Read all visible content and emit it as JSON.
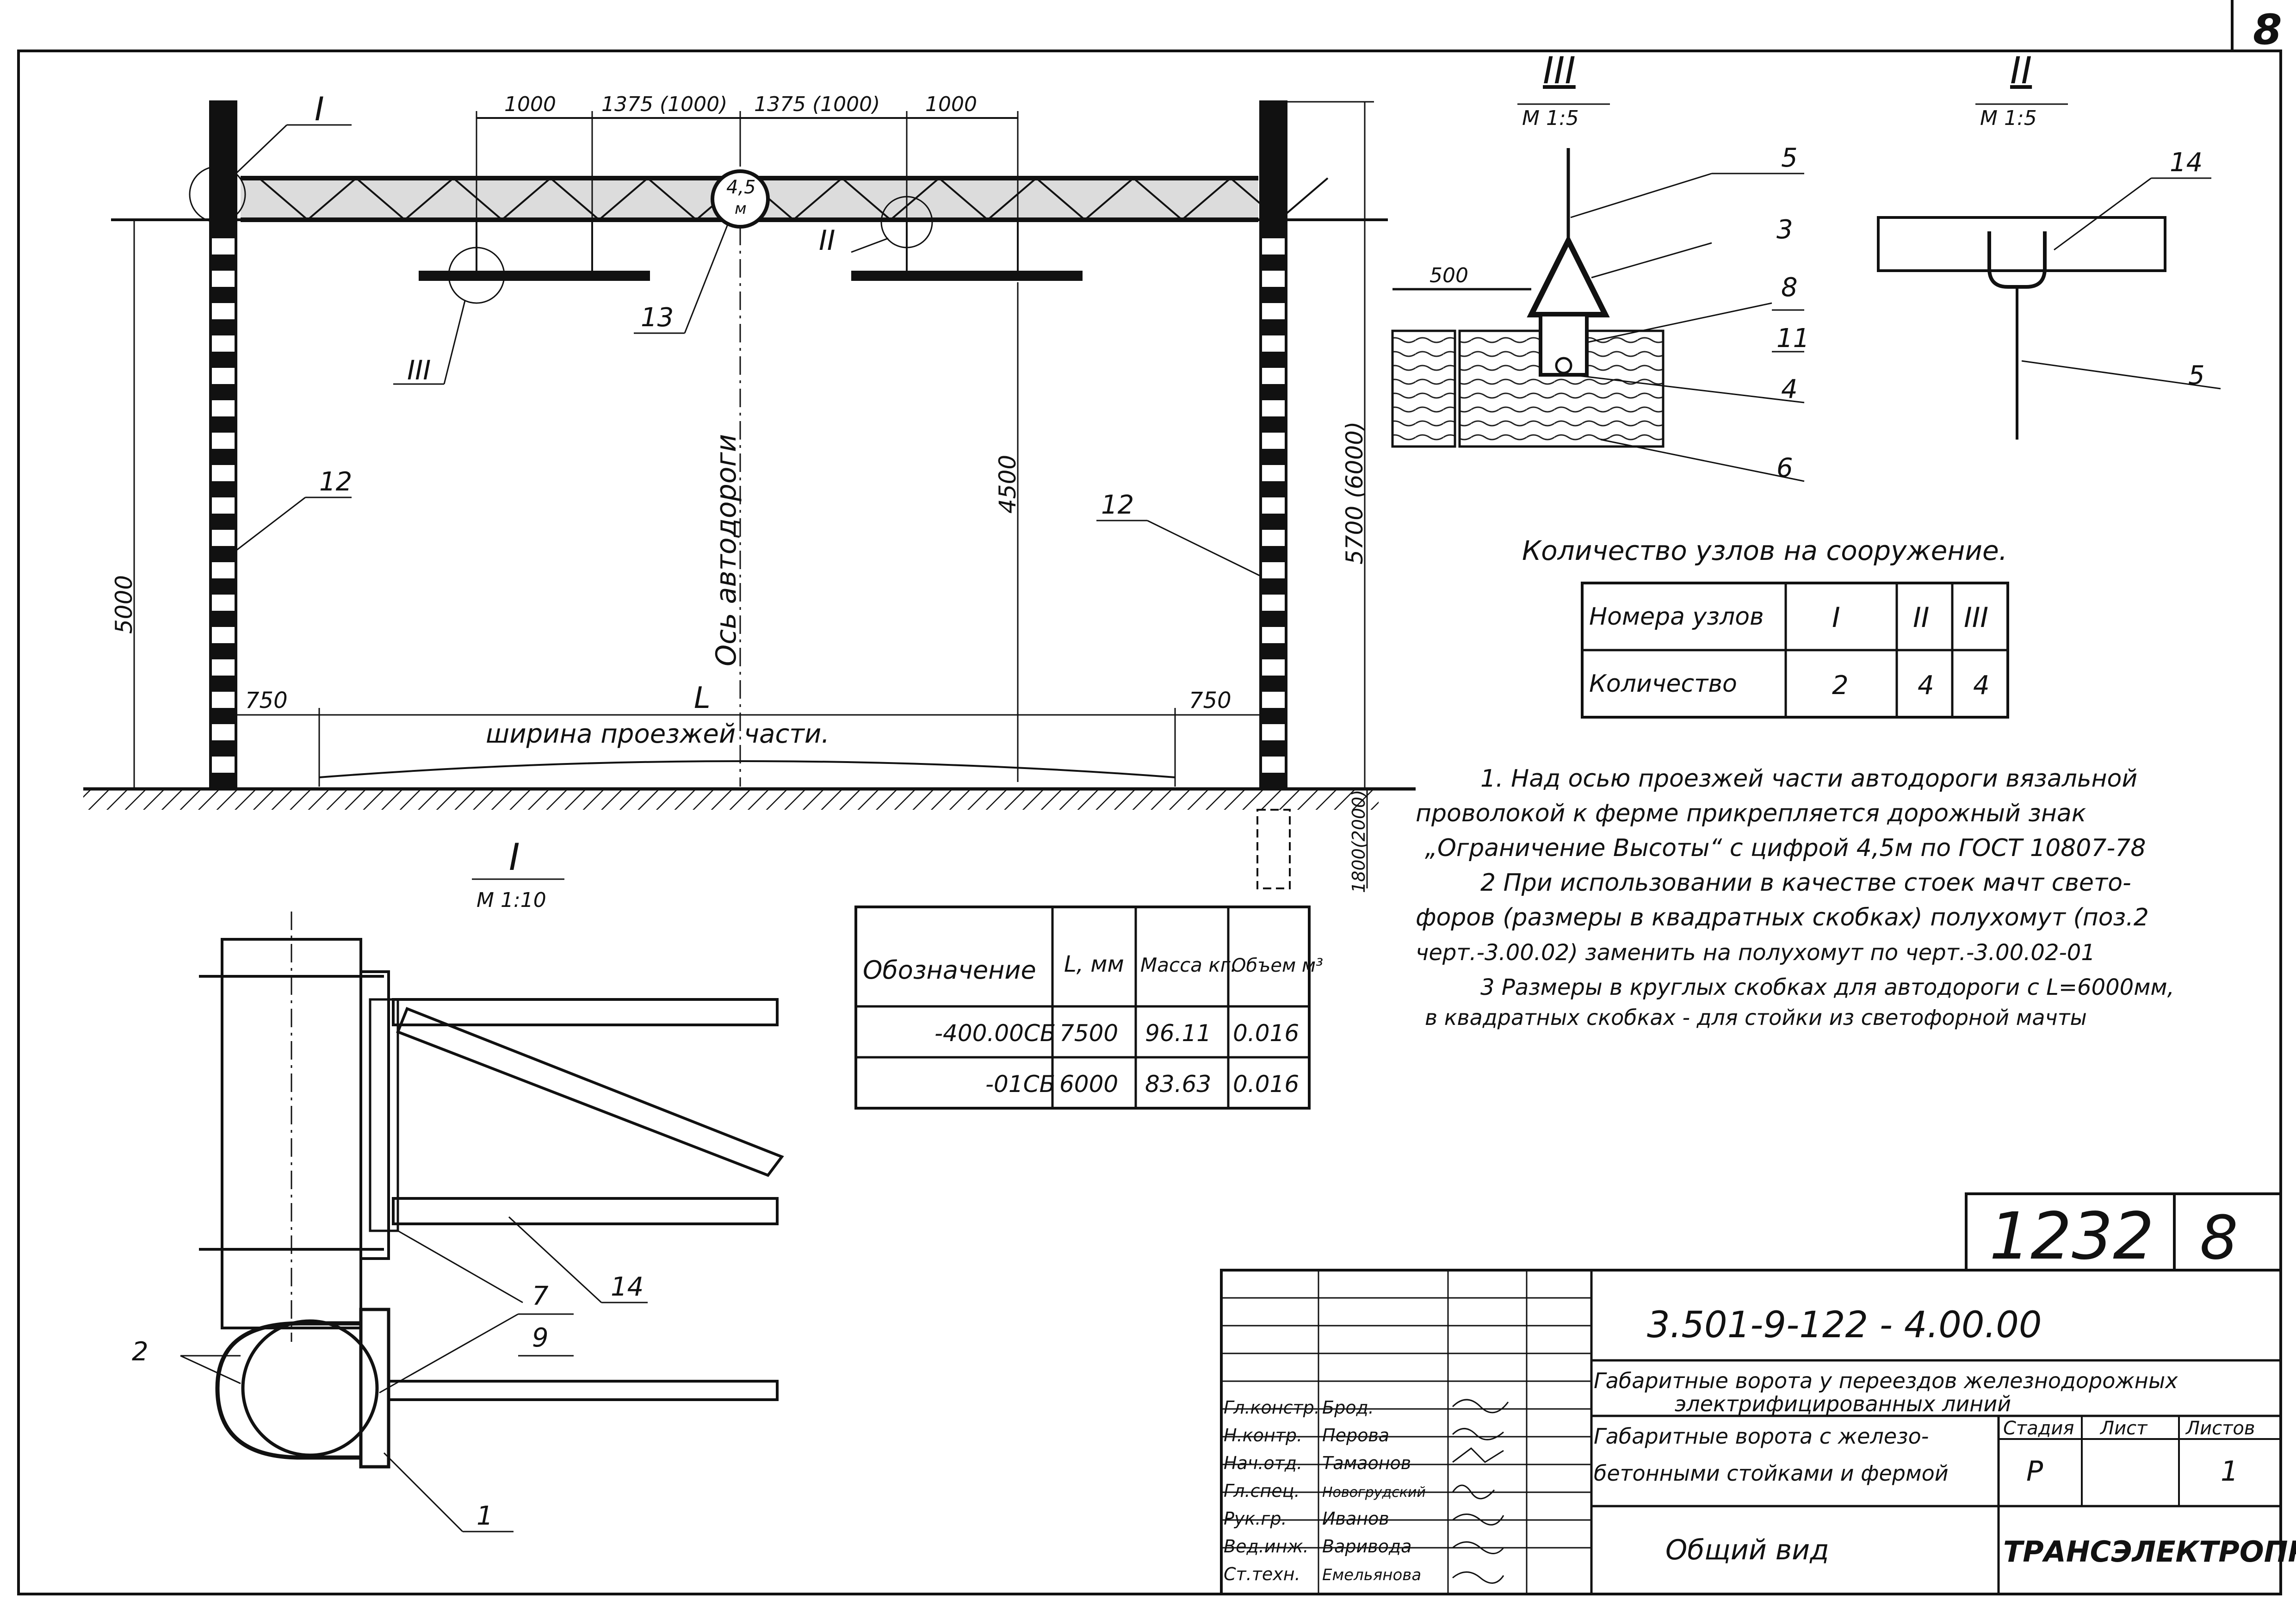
{
  "page_number": "8",
  "elevation": {
    "dims_top": [
      "1000",
      "1375 (1000)",
      "1375 (1000)",
      "1000"
    ],
    "sign_value": "4,5",
    "sign_unit": "м",
    "label_node_1": "I",
    "label_node_2": "II",
    "label_node_3": "III",
    "pos_12_left": "12",
    "pos_12_right": "12",
    "pos_13": "13",
    "height_5000": "5000",
    "height_4500": "4500",
    "height_5700": "5700 (6000)",
    "road_axis": "Ось автодороги",
    "span_L": "L",
    "carriageway": "ширина проезжей части.",
    "offset_left": "750",
    "offset_right": "750",
    "depth": "1800(2000)"
  },
  "view_III": {
    "title": "III",
    "scale": "М 1:5",
    "dim_500": "500",
    "callouts": [
      "5",
      "3",
      "8",
      "11",
      "4",
      "6"
    ]
  },
  "view_II": {
    "title": "II",
    "scale": "М 1:5",
    "callouts": [
      "14",
      "5"
    ]
  },
  "view_I": {
    "title": "I",
    "scale": "М 1:10",
    "callouts": [
      "2",
      "7",
      "9",
      "14",
      "1"
    ]
  },
  "nodes_table": {
    "title": "Количество узлов на сооружение.",
    "row_labels": [
      "Номера узлов",
      "Количество"
    ],
    "node_numbers": [
      "I",
      "II",
      "III"
    ],
    "quantities": [
      "2",
      "4",
      "4"
    ]
  },
  "notes": [
    "1. Над осью проезжей части автодороги вязальной",
    "проволокой к ферме прикрепляется дорожный знак",
    "„Ограничение Высоты“ с цифрой 4,5м по ГОСТ 10807-78",
    "2 При использовании в качестве стоек мачт свето-",
    "форов (размеры в квадратных скобках) полухомут (поз.2",
    "черт.-3.00.02) заменить на полухомут по черт.-3.00.02-01",
    "3 Размеры в круглых скобках для автодороги с L=6000мм,",
    "в квадратных скобках - для стойки из светофорной мачты"
  ],
  "spec_table": {
    "headers": [
      "Обозначение",
      "L, мм",
      "Масса кг.",
      "Объем м³"
    ],
    "rows": [
      [
        "-400.00СБ",
        "7500",
        "96.11",
        "0.016"
      ],
      [
        "-01СБ",
        "6000",
        "83.63",
        "0.016"
      ]
    ]
  },
  "title_block": {
    "drawing_no": "1232",
    "sheet_no": "8",
    "code": "3.501-9-122 - 4.00.00",
    "project_title_1": "Габаритные ворота у переездов железнодорожных",
    "project_title_2": "электрифицированных линий",
    "drawing_title_1": "Габаритные ворота с железо-",
    "drawing_title_2": "бетонными стойками и фермой",
    "stage_label": "Стадия",
    "list_label": "Лист",
    "lists_label": "Листов",
    "stage": "Р",
    "lists": "1",
    "view_name": "Общий вид",
    "organization": "ТРАНСЭЛЕКТРОПРОЕКТ",
    "roles": [
      "Гл.констр.",
      "Н.контр.",
      "Нач.отд.",
      "Гл.спец.",
      "Рук.гр.",
      "Вед.инж.",
      "Ст.техн."
    ],
    "names": [
      "Брод.",
      "Перова",
      "Тамаонов",
      "Новогрудский",
      "Иванов",
      "Варивода",
      "Емельянова"
    ]
  }
}
